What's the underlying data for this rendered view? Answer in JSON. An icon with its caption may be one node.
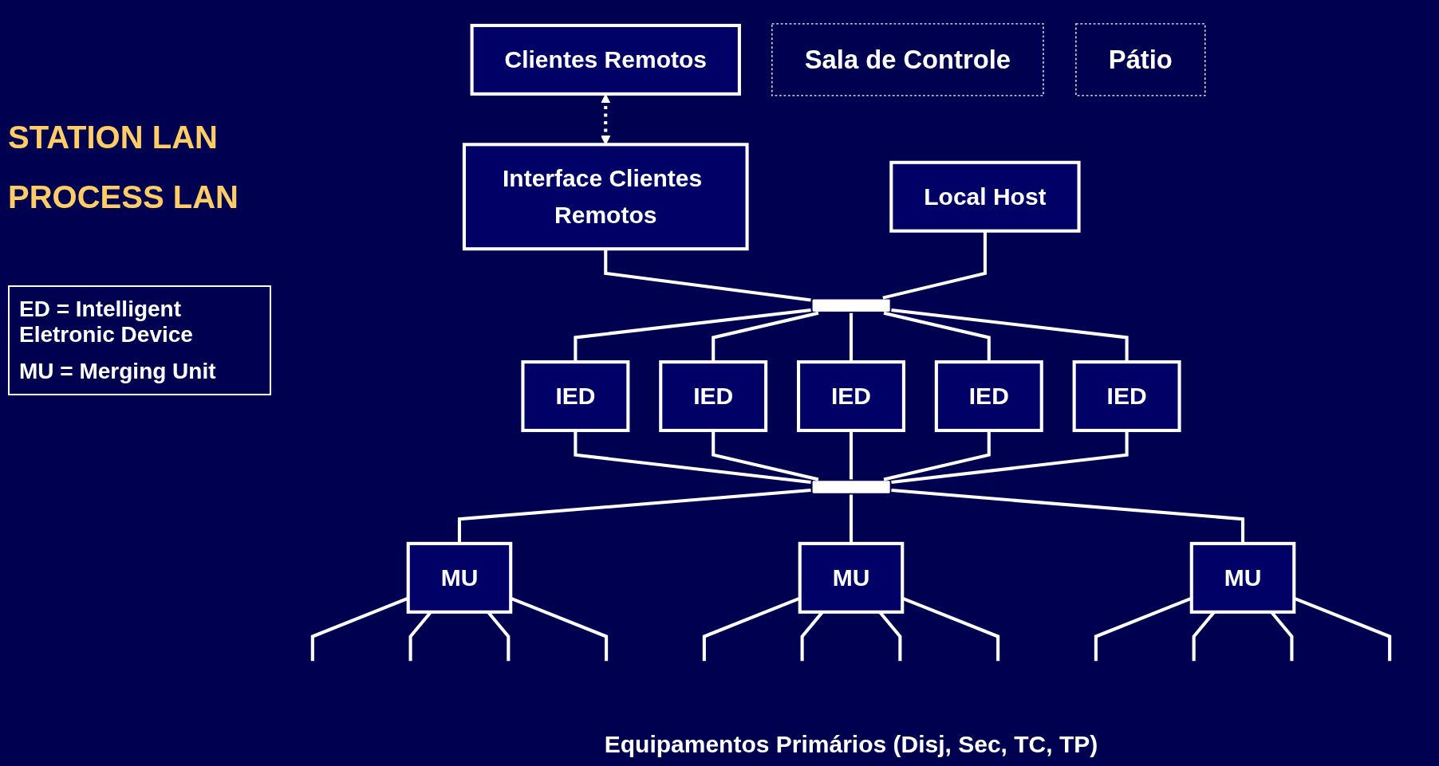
{
  "diagram": {
    "nodes": [
      {
        "text": [
          "Clientes Remotos"
        ]
      },
      {
        "text": [
          "Interface Clientes Remotos"
        ]
      },
      {
        "text": [
          "Local Host"
        ]
      },
      {
        "text": [],
        "shape": "bar"
      },
      {
        "text": [
          "IED"
        ]
      },
      {
        "text": [
          "IED"
        ]
      },
      {
        "text": [
          "IED"
        ]
      },
      {
        "text": [
          "IED"
        ]
      },
      {
        "text": [
          "IED"
        ]
      },
      {
        "text": [],
        "shape": "bar"
      },
      {
        "text": [
          "MU"
        ]
      },
      {
        "text": [
          "MU"
        ]
      },
      {
        "text": [
          "MU"
        ]
      },
      {
        "text": [
          "Sala de Controle"
        ]
      },
      {
        "text": [
          "Pátio"
        ]
      }
    ],
    "edges": [
      {
        "from": 0,
        "to": 1,
        "arrow": "both",
        "style": "dashed"
      },
      {
        "from": 1,
        "to": 3,
        "arrow": "none"
      },
      {
        "from": 2,
        "to": 3,
        "arrow": "none"
      },
      {
        "from": 3,
        "to": 4,
        "arrow": "none"
      },
      {
        "from": 3,
        "to": 5,
        "arrow": "none"
      },
      {
        "from": 3,
        "to": 6,
        "arrow": "none"
      },
      {
        "from": 3,
        "to": 7,
        "arrow": "none"
      },
      {
        "from": 3,
        "to": 8,
        "arrow": "none"
      },
      {
        "from": 4,
        "to": 9,
        "arrow": "none"
      },
      {
        "from": 5,
        "to": 9,
        "arrow": "none"
      },
      {
        "from": 6,
        "to": 9,
        "arrow": "none"
      },
      {
        "from": 7,
        "to": 9,
        "arrow": "none"
      },
      {
        "from": 8,
        "to": 9,
        "arrow": "none"
      },
      {
        "from": 9,
        "to": 10,
        "arrow": "none"
      },
      {
        "from": 9,
        "to": 11,
        "arrow": "none"
      },
      {
        "from": 9,
        "to": 12,
        "arrow": "none"
      },
      {
        "from": 10,
        "to": null,
        "arrow": "none"
      },
      {
        "from": 10,
        "to": null,
        "arrow": "none"
      },
      {
        "from": 10,
        "to": null,
        "arrow": "none"
      },
      {
        "from": 10,
        "to": null,
        "arrow": "none"
      },
      {
        "from": 11,
        "to": null,
        "arrow": "none"
      },
      {
        "from": 11,
        "to": null,
        "arrow": "none"
      },
      {
        "from": 11,
        "to": null,
        "arrow": "none"
      },
      {
        "from": 11,
        "to": null,
        "arrow": "none"
      },
      {
        "from": 12,
        "to": null,
        "arrow": "none"
      },
      {
        "from": 12,
        "to": null,
        "arrow": "none"
      },
      {
        "from": 12,
        "to": null,
        "arrow": "none"
      },
      {
        "from": 12,
        "to": null,
        "arrow": "none"
      }
    ],
    "labels": [
      "STATION LAN",
      "PROCESS LAN",
      "Equipamentos Primários (Disj, Sec, TC, TP)",
      "ED = Intelligent Eletronic Device",
      "MU = Merging Unit"
    ]
  }
}
